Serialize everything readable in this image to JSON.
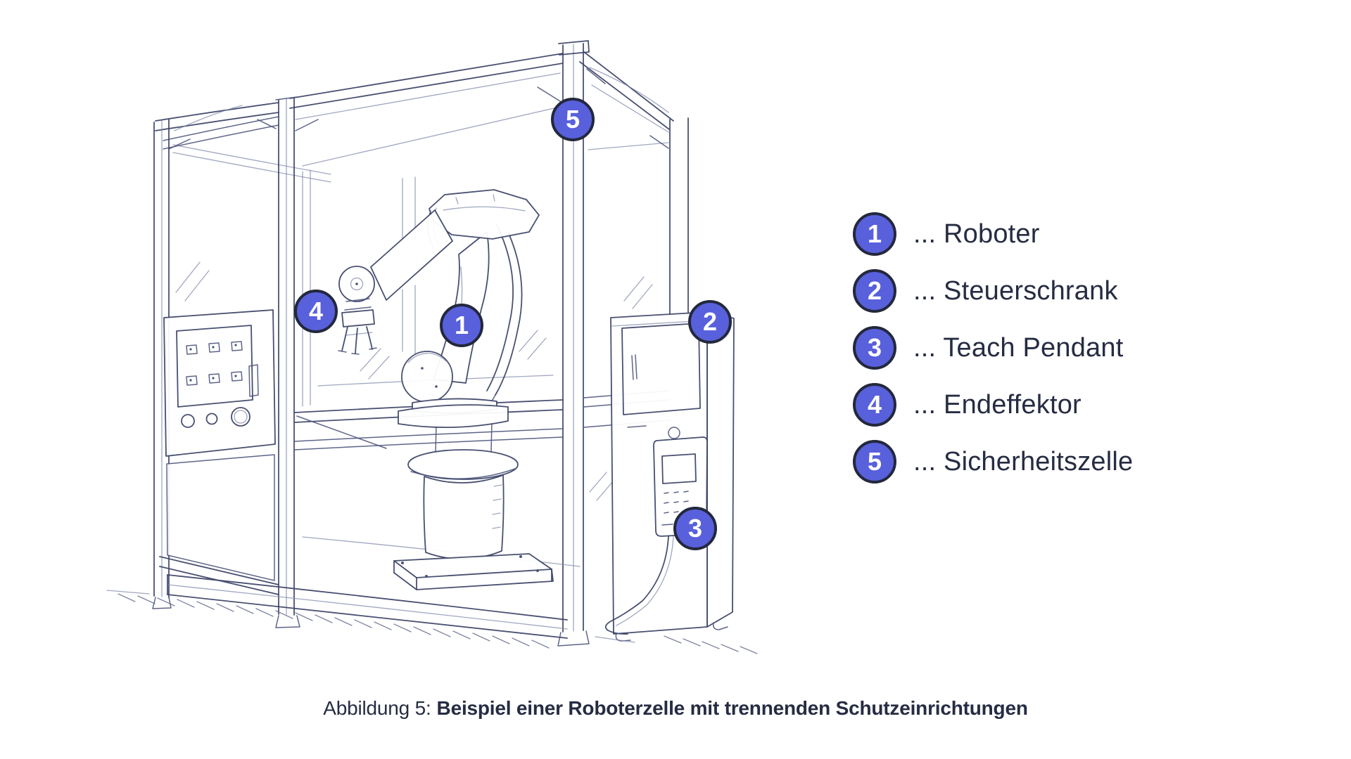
{
  "figure": {
    "markers": [
      {
        "number": "1",
        "label": "... Roboter"
      },
      {
        "number": "2",
        "label": "... Steuerschrank"
      },
      {
        "number": "3",
        "label": "... Teach Pendant"
      },
      {
        "number": "4",
        "label": "... Endeffektor"
      },
      {
        "number": "5",
        "label": "... Sicherheitszelle"
      }
    ],
    "caption": {
      "prefix": "Abbildung 5:",
      "title": "Beispiel einer Roboterzelle mit trennenden Schutzeinrichtungen"
    },
    "colors": {
      "badge_fill": "#5860dc",
      "badge_border": "#23283c",
      "badge_number": "#ffffff",
      "text_main": "#262c42",
      "ink_main": "#3f4769",
      "ink_light": "#8089ab"
    }
  }
}
